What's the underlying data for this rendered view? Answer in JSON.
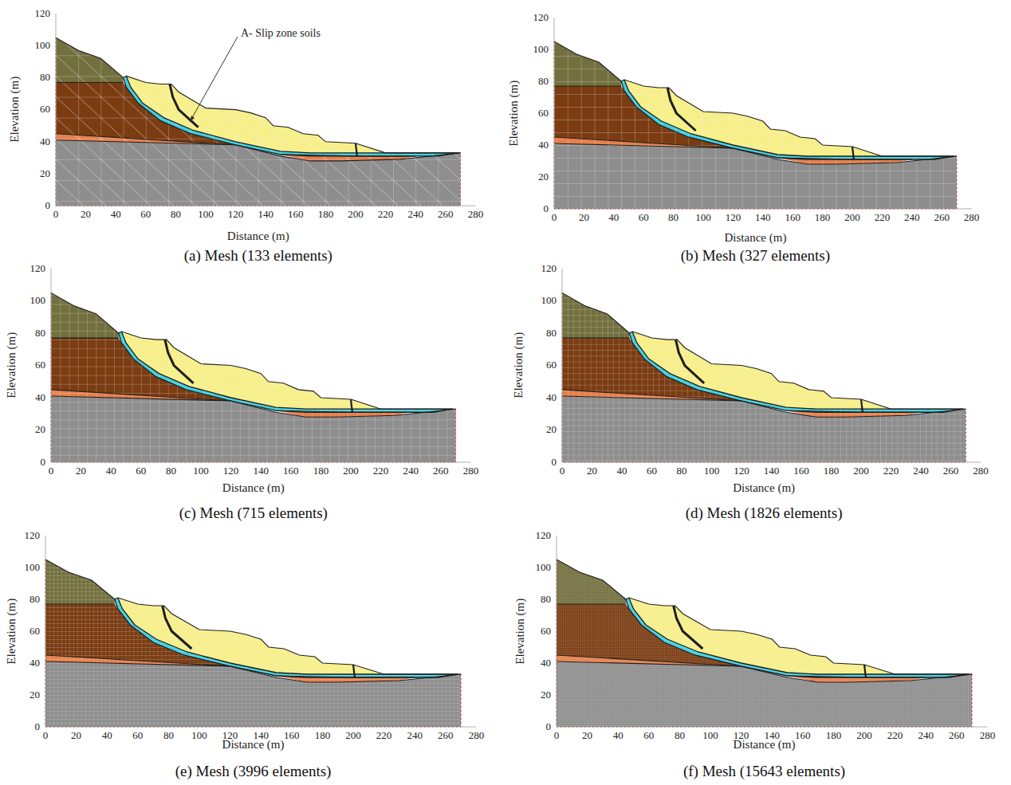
{
  "diagram": {
    "labels": [
      "0",
      "20",
      "40",
      "60",
      "80",
      "100",
      "120",
      "0",
      "20",
      "40",
      "60",
      "80",
      "100",
      "120",
      "140",
      "160",
      "180",
      "200",
      "220",
      "240",
      "260",
      "280",
      "Elevation (m)",
      "Distance (m)",
      "(a) Mesh (133 elements)",
      "0",
      "20",
      "40",
      "60",
      "80",
      "100",
      "120",
      "0",
      "20",
      "40",
      "60",
      "80",
      "100",
      "120",
      "140",
      "160",
      "180",
      "200",
      "220",
      "240",
      "260",
      "280",
      "Elevation (m)",
      "Distance (m)",
      "(b) Mesh (327 elements)",
      "0",
      "20",
      "40",
      "60",
      "80",
      "100",
      "120",
      "0",
      "20",
      "40",
      "60",
      "80",
      "100",
      "120",
      "140",
      "160",
      "180",
      "200",
      "220",
      "240",
      "260",
      "280",
      "Elevation (m)",
      "Distance (m)",
      "(c) Mesh (715 elements)",
      "0",
      "20",
      "40",
      "60",
      "80",
      "100",
      "120",
      "0",
      "20",
      "40",
      "60",
      "80",
      "100",
      "120",
      "140",
      "160",
      "180",
      "200",
      "220",
      "240",
      "260",
      "280",
      "Elevation (m)",
      "Distance (m)",
      "(d) Mesh (1826 elements)",
      "0",
      "20",
      "40",
      "60",
      "80",
      "100",
      "120",
      "0",
      "20",
      "40",
      "60",
      "80",
      "100",
      "120",
      "140",
      "160",
      "180",
      "200",
      "220",
      "240",
      "260",
      "280",
      "Elevation (m)",
      "Distance (m)",
      "(e) Mesh (3996 elements)",
      "0",
      "20",
      "40",
      "60",
      "80",
      "100",
      "120",
      "0",
      "20",
      "40",
      "60",
      "80",
      "100",
      "120",
      "140",
      "160",
      "180",
      "200",
      "220",
      "240",
      "260",
      "280",
      "Elevation (m)",
      "Distance (m)",
      "(f) Mesh (15643 elements)",
      "A- Slip zone soils"
    ]
  }
}
